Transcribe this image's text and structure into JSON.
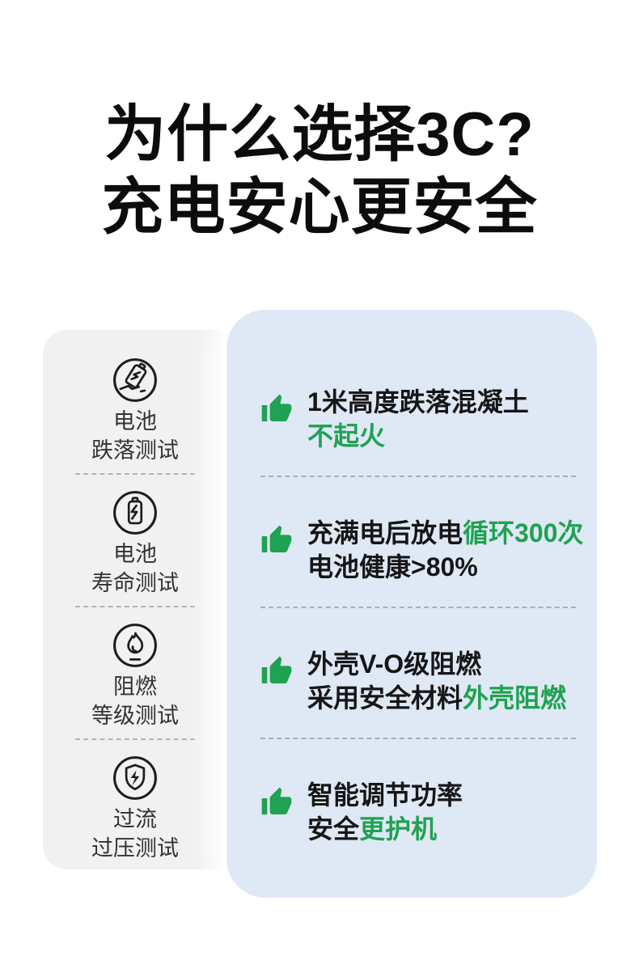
{
  "title": {
    "line1": "为什么选择3C?",
    "line2": "充电安心更安全"
  },
  "colors": {
    "accent_green": "#1fa251",
    "panel_gray": "#f1f1f2",
    "panel_blue": "#dfe8f5",
    "text_dark": "#161616"
  },
  "tests_panel": {
    "items": [
      {
        "icon": "battery-drop-icon",
        "label_line1": "电池",
        "label_line2": "跌落测试"
      },
      {
        "icon": "battery-life-icon",
        "label_line1": "电池",
        "label_line2": "寿命测试"
      },
      {
        "icon": "flame-icon",
        "label_line1": "阻燃",
        "label_line2": "等级测试"
      },
      {
        "icon": "shield-bolt-icon",
        "label_line1": "过流",
        "label_line2": "过压测试"
      }
    ]
  },
  "benefits_panel": {
    "thumb_icon": "thumb-up-icon",
    "items": [
      {
        "line1": [
          {
            "text": "1米高度跌落混凝土",
            "green": false
          }
        ],
        "line2": [
          {
            "text": "不起火",
            "green": true
          }
        ]
      },
      {
        "line1": [
          {
            "text": "充满电后放电",
            "green": false
          },
          {
            "text": "循环300次",
            "green": true
          }
        ],
        "line2": [
          {
            "text": "电池健康>80%",
            "green": false
          }
        ]
      },
      {
        "line1": [
          {
            "text": "外壳V-O级阻燃",
            "green": false
          }
        ],
        "line2": [
          {
            "text": "采用安全材料",
            "green": false
          },
          {
            "text": "外壳阻燃",
            "green": true
          }
        ]
      },
      {
        "line1": [
          {
            "text": "智能调节功率",
            "green": false
          }
        ],
        "line2": [
          {
            "text": "安全",
            "green": false
          },
          {
            "text": "更护机",
            "green": true
          }
        ]
      }
    ]
  }
}
